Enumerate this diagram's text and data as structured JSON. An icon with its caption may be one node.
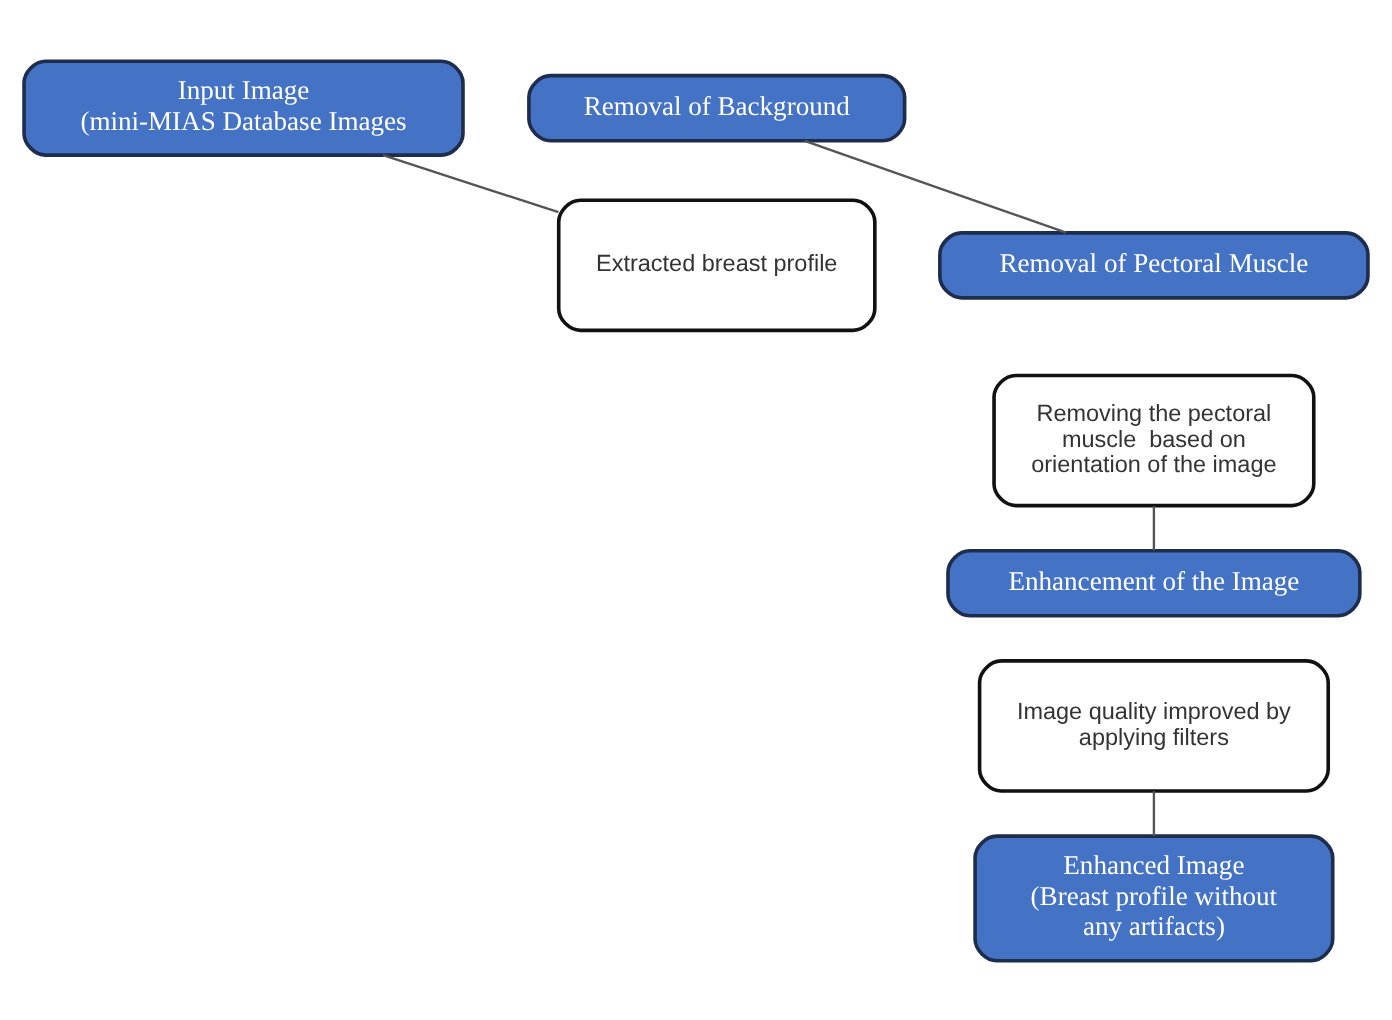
{
  "diagram": {
    "nodes": [
      {
        "text": [
          "Input Image",
          "(mini-MIAS Database Images"
        ]
      },
      {
        "text": [
          "Removal of Background"
        ]
      },
      {
        "text": [
          "Extracted breast profile"
        ]
      },
      {
        "text": [
          "Removal of Pectoral Muscle"
        ]
      },
      {
        "text": [
          "Removing the pectoral muscle  based on orientation of the image"
        ]
      },
      {
        "text": [
          "Enhancement of the Image"
        ]
      },
      {
        "text": [
          "Image quality improved by applying filters"
        ]
      },
      {
        "text": [
          "Enhanced Image",
          "(Breast profile without any artifacts)"
        ]
      }
    ],
    "edges": [
      {
        "from": 0,
        "to": 2,
        "arrow": "none"
      },
      {
        "from": 1,
        "to": 3,
        "arrow": "none"
      },
      {
        "from": 4,
        "to": 5,
        "arrow": "none"
      },
      {
        "from": 6,
        "to": 7,
        "arrow": "none"
      }
    ]
  }
}
